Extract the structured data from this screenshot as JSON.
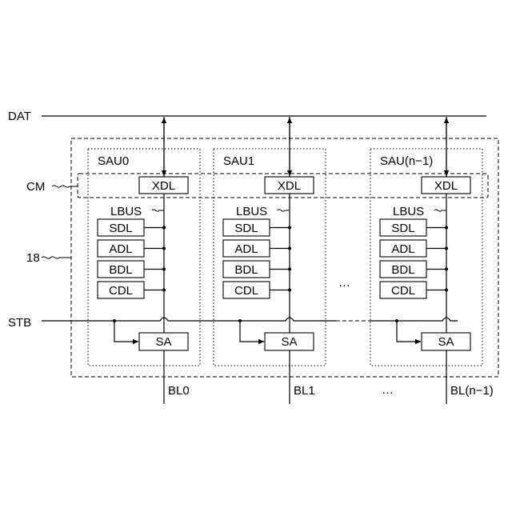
{
  "signals": {
    "dat": "DAT",
    "stb": "STB",
    "cm": "CM",
    "ref18": "18",
    "lbus": "LBUS"
  },
  "units": [
    {
      "title": "SAU0",
      "bitline": "BL0"
    },
    {
      "title": "SAU1",
      "bitline": "BL1"
    },
    {
      "title": "SAU(n−1)",
      "bitline": "BL(n−1)"
    }
  ],
  "latches": {
    "xdl": "XDL",
    "sdl": "SDL",
    "adl": "ADL",
    "bdl": "BDL",
    "cdl": "CDL",
    "sa": "SA"
  },
  "ellipsis": "…"
}
